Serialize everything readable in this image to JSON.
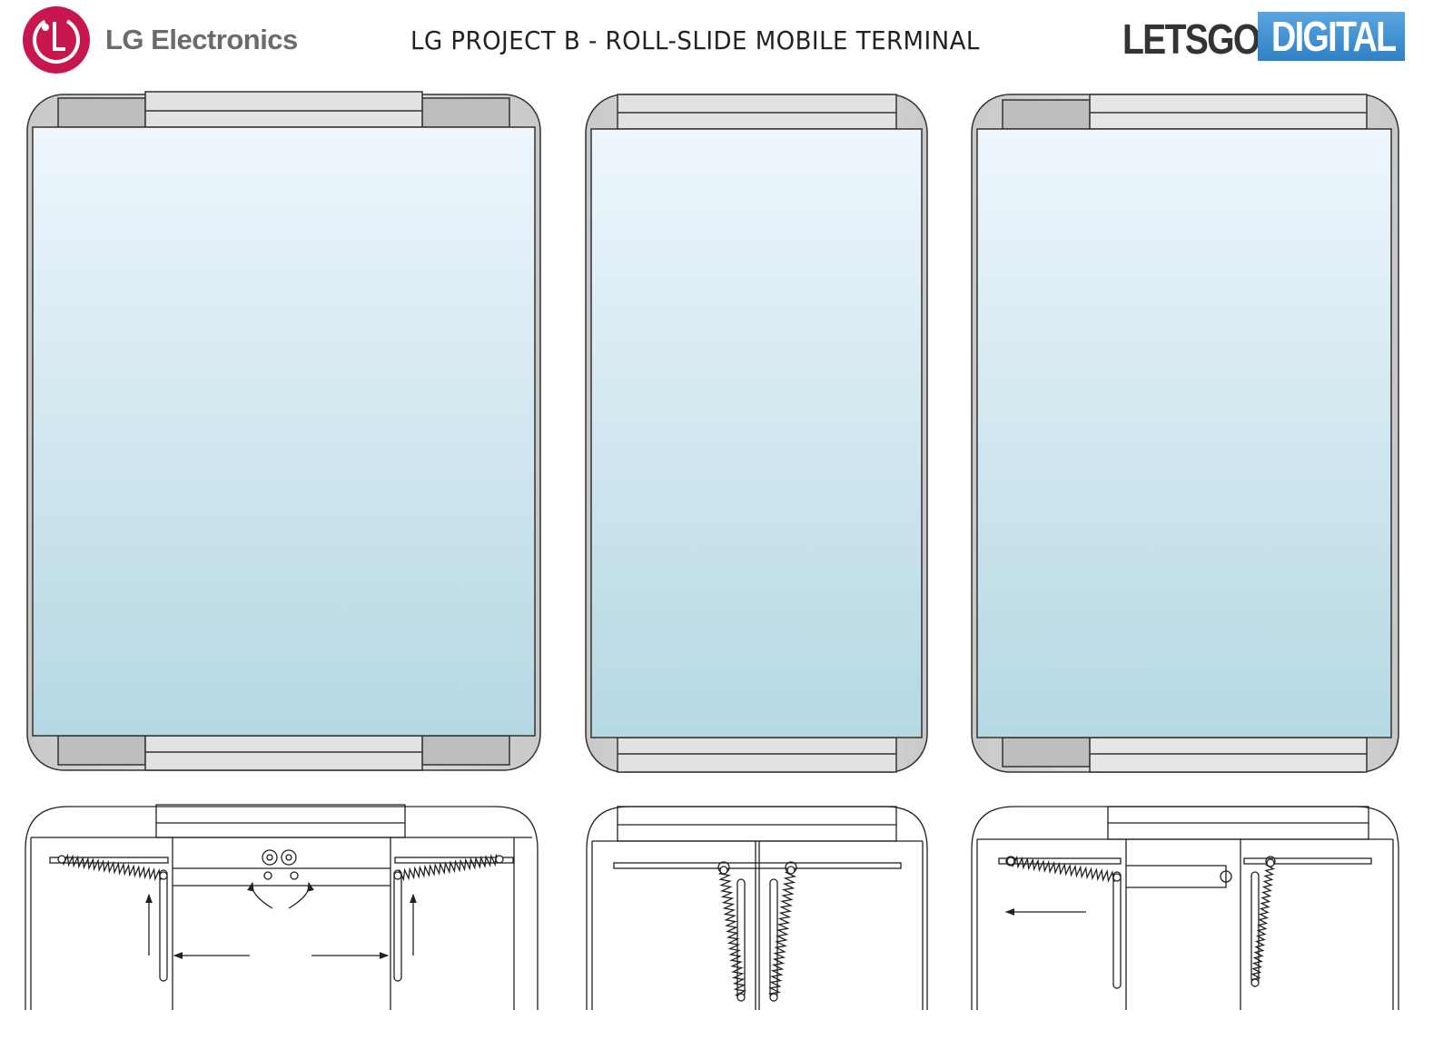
{
  "header": {
    "brand_logo_text": "LG Electronics",
    "title": "LG PROJECT B - ROLL-SLIDE MOBILE TERMINAL",
    "site_logo": {
      "part1": "LETSGO",
      "part2": "DIGITAL"
    }
  },
  "colors": {
    "lg_red": "#c8174f",
    "site_blue": "#3b8fd3",
    "screen_top": "#eef6fc",
    "screen_bottom": "#b5d8e3",
    "frame_gray": "#d8d8d8"
  },
  "figures": [
    "phone-expanded-both-sides",
    "phone-closed",
    "phone-expanded-one-side",
    "mechanism-expanded-both-sides",
    "mechanism-closed",
    "mechanism-expanded-one-side"
  ]
}
